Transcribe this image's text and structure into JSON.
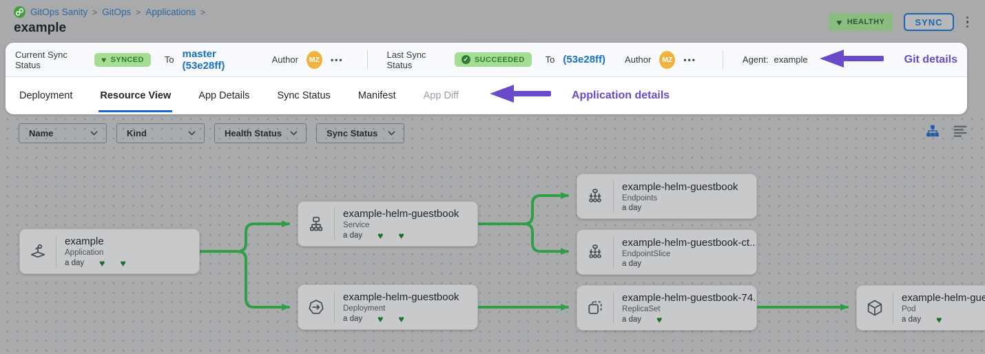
{
  "icons": {
    "heart": "♥",
    "check": "✓",
    "breadcrumb_separator": ">"
  },
  "colors": {
    "accent_blue": "#1a70c7",
    "edge_green": "#2f9e44",
    "annotation_purple": "#6a4ac9",
    "badge_green_bg": "#a5de93",
    "badge_green_text": "#2c7a35",
    "avatar_orange": "#f2b23e",
    "healthy_badge_bg": "#8cbc80",
    "tab_underline": "#1565d8"
  },
  "breadcrumb": {
    "items": [
      "GitOps Sanity",
      "GitOps",
      "Applications"
    ]
  },
  "page": {
    "title": "example"
  },
  "header_actions": {
    "health_badge": "HEALTHY",
    "sync_button": "SYNC"
  },
  "status_bar": {
    "current": {
      "label": "Current Sync Status",
      "badge": "SYNCED",
      "to_label": "To",
      "target": "master (53e28ff)",
      "author_label": "Author",
      "avatar": "MZ",
      "more": "•••"
    },
    "last": {
      "label": "Last Sync Status",
      "badge": "SUCCEEDED",
      "to_label": "To",
      "target": "(53e28ff)",
      "author_label": "Author",
      "avatar": "MZ",
      "more": "•••"
    },
    "agent": {
      "label": "Agent:",
      "value": "example"
    },
    "annotation": "Git details"
  },
  "tabs": {
    "items": [
      {
        "label": "Deployment",
        "state": "normal"
      },
      {
        "label": "Resource View",
        "state": "active"
      },
      {
        "label": "App Details",
        "state": "normal"
      },
      {
        "label": "Sync Status",
        "state": "normal"
      },
      {
        "label": "Manifest",
        "state": "normal"
      },
      {
        "label": "App Diff",
        "state": "disabled"
      }
    ],
    "annotation": "Application details"
  },
  "filters": {
    "items": [
      {
        "label": "Name"
      },
      {
        "label": "Kind"
      },
      {
        "label": "Health Status"
      },
      {
        "label": "Sync Status"
      }
    ]
  },
  "view_toggles": {
    "active": "tree-view",
    "options": [
      "tree-view",
      "list-view"
    ]
  },
  "graph": {
    "nodes": [
      {
        "title": "example",
        "kind": "Application",
        "age": "a day",
        "hearts": 2
      },
      {
        "title": "example-helm-guestbook",
        "kind": "Service",
        "age": "a day",
        "hearts": 2
      },
      {
        "title": "example-helm-guestbook",
        "kind": "Deployment",
        "age": "a day",
        "hearts": 2
      },
      {
        "title": "example-helm-guestbook",
        "kind": "Endpoints",
        "age": "a day",
        "hearts": 0
      },
      {
        "title": "example-helm-guestbook-ct...",
        "kind": "EndpointSlice",
        "age": "a day",
        "hearts": 0
      },
      {
        "title": "example-helm-guestbook-74...",
        "kind": "ReplicaSet",
        "age": "a day",
        "hearts": 1
      },
      {
        "title": "example-helm-guest",
        "kind": "Pod",
        "age": "a day",
        "hearts": 1
      }
    ],
    "edges": [
      {
        "from": "example/Application",
        "to": "example-helm-guestbook/Service"
      },
      {
        "from": "example/Application",
        "to": "example-helm-guestbook/Deployment"
      },
      {
        "from": "example-helm-guestbook/Service",
        "to": "example-helm-guestbook/Endpoints"
      },
      {
        "from": "example-helm-guestbook/Service",
        "to": "example-helm-guestbook-ct.../EndpointSlice"
      },
      {
        "from": "example-helm-guestbook/Deployment",
        "to": "example-helm-guestbook-74.../ReplicaSet"
      },
      {
        "from": "example-helm-guestbook-74.../ReplicaSet",
        "to": "example-helm-guest/Pod"
      }
    ]
  }
}
